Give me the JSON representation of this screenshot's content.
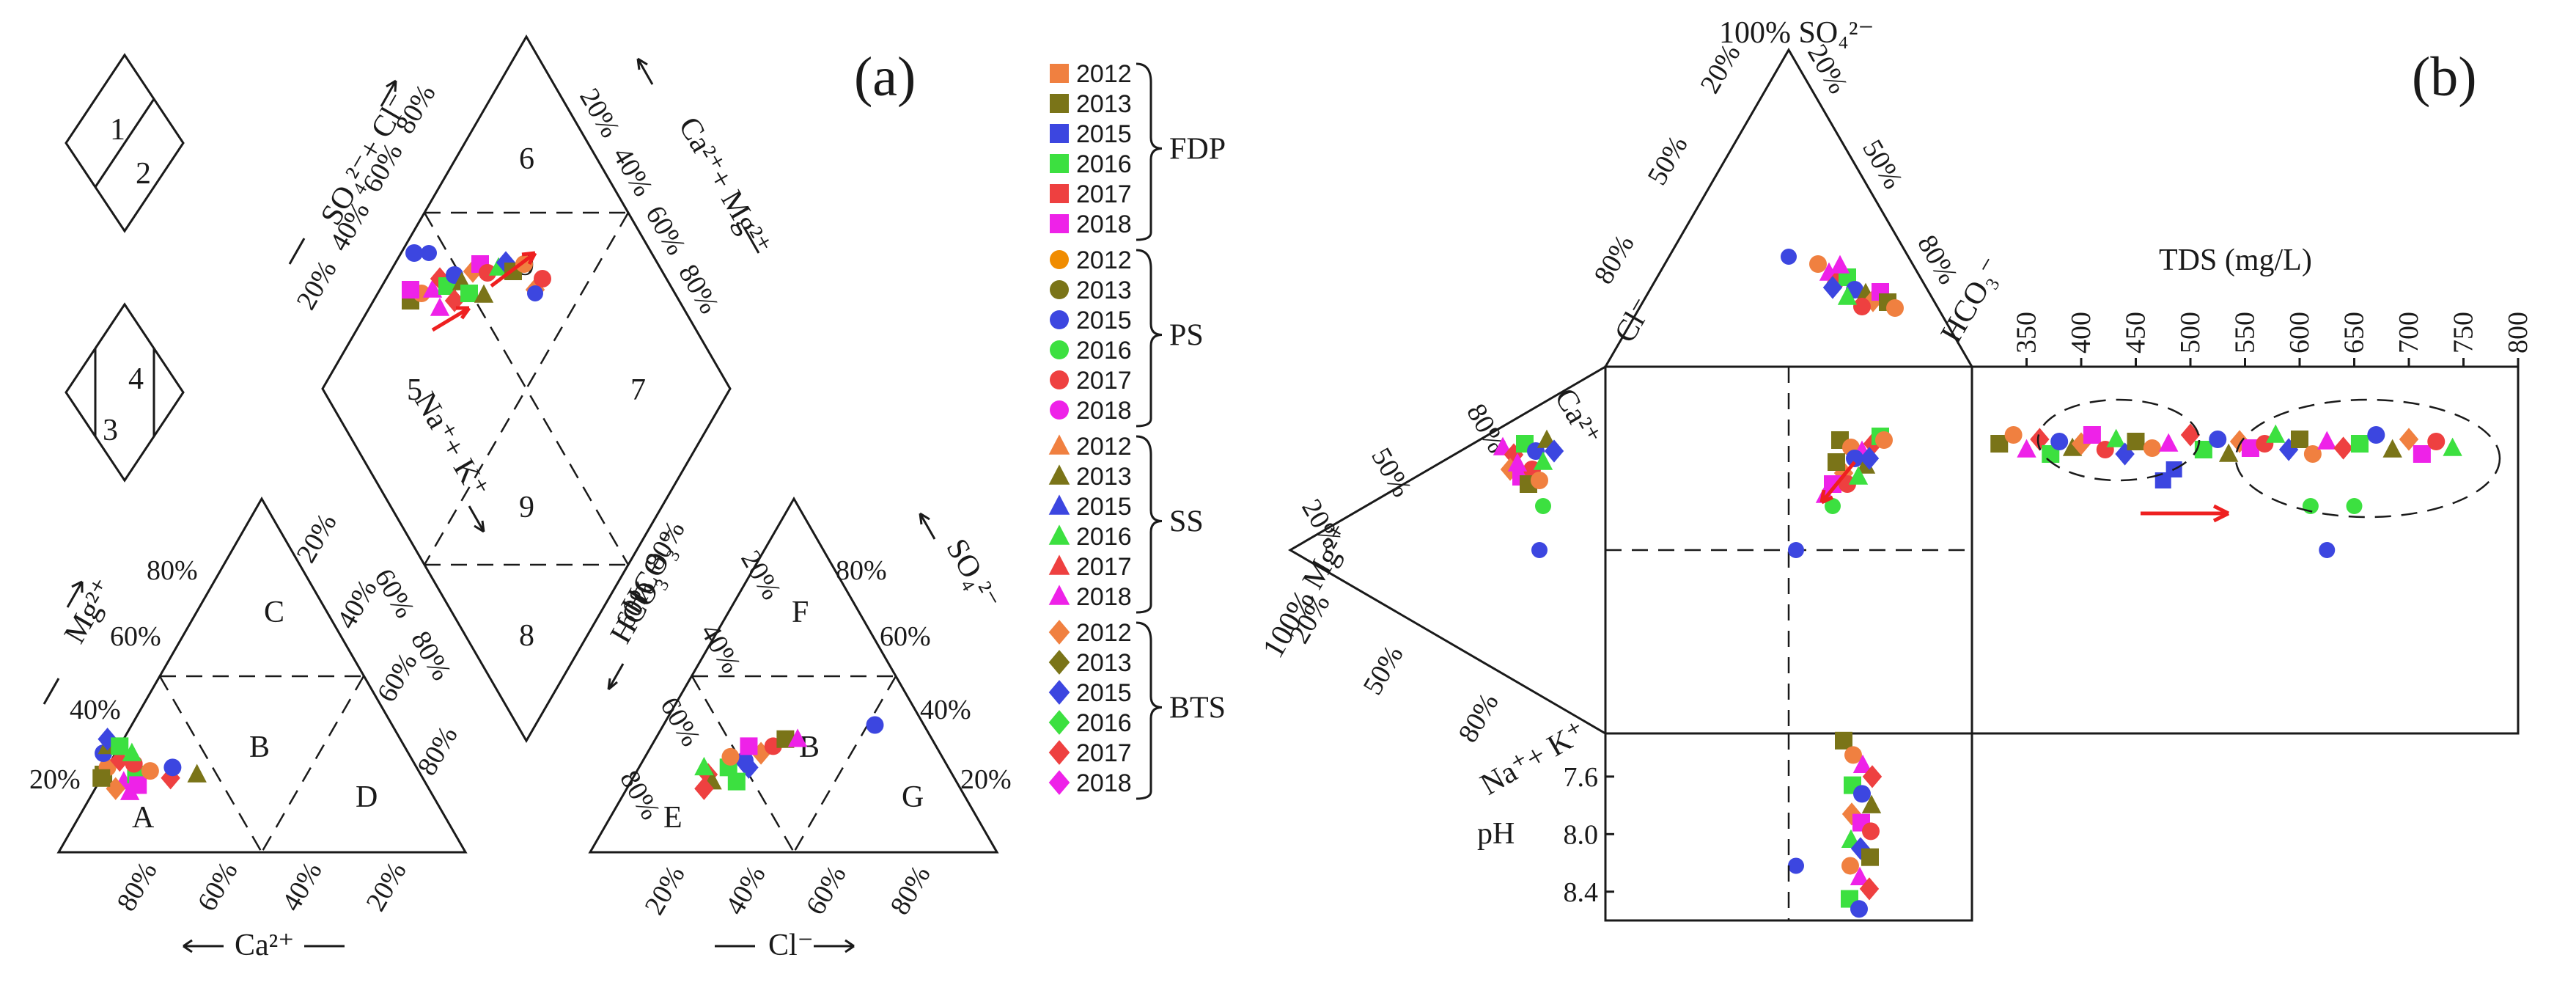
{
  "chart_data": [
    {
      "type": "scatter",
      "panel": "(a)",
      "subplots": {
        "cation_triangle": {
          "axes": [
            "Mg²⁺",
            "Ca²⁺"
          ],
          "ticks_left": [
            "20%",
            "40%",
            "60%",
            "80%"
          ],
          "ticks_right": [
            "20%",
            "40%",
            "60%",
            "80%"
          ],
          "ticks_bottom": [
            "80%",
            "60%",
            "40%",
            "20%"
          ],
          "regions": [
            "A",
            "B",
            "C",
            "D"
          ],
          "points": [
            {
              "ca": 78,
              "mg": 22
            },
            {
              "ca": 76,
              "mg": 24
            },
            {
              "ca": 74,
              "mg": 20
            },
            {
              "ca": 72,
              "mg": 26
            },
            {
              "ca": 70,
              "mg": 22
            },
            {
              "ca": 75,
              "mg": 28
            },
            {
              "ca": 73,
              "mg": 30
            },
            {
              "ca": 77,
              "mg": 18
            },
            {
              "ca": 71,
              "mg": 19
            },
            {
              "ca": 69,
              "mg": 25
            },
            {
              "ca": 68,
              "mg": 28
            },
            {
              "ca": 72,
              "mg": 32
            },
            {
              "ca": 79,
              "mg": 21
            },
            {
              "ca": 66,
              "mg": 23
            },
            {
              "ca": 74,
              "mg": 17
            },
            {
              "ca": 62,
              "mg": 21
            },
            {
              "ca": 70,
              "mg": 30
            },
            {
              "ca": 60,
              "mg": 24
            },
            {
              "ca": 55,
              "mg": 22
            }
          ]
        },
        "anion_triangle": {
          "axes": [
            "SO₄²⁻",
            "HCO₃⁻",
            "Cl⁻"
          ],
          "ticks_left": [
            "20%",
            "40%",
            "60%",
            "80%"
          ],
          "ticks_right": [
            "20%",
            "40%",
            "60%",
            "80%"
          ],
          "ticks_bottom": [
            "20%",
            "40%",
            "60%",
            "80%"
          ],
          "regions": [
            "E",
            "F",
            "G",
            "B"
          ],
          "points": [
            {
              "cl": 18,
              "so4": 22
            },
            {
              "cl": 22,
              "so4": 24
            },
            {
              "cl": 25,
              "so4": 26
            },
            {
              "cl": 20,
              "so4": 20
            },
            {
              "cl": 28,
              "so4": 28
            },
            {
              "cl": 24,
              "so4": 30
            },
            {
              "cl": 30,
              "so4": 30
            },
            {
              "cl": 16,
              "so4": 24
            },
            {
              "cl": 27,
              "so4": 24
            },
            {
              "cl": 32,
              "so4": 32
            },
            {
              "cl": 21,
              "so4": 27
            },
            {
              "cl": 35,
              "so4": 32
            },
            {
              "cl": 19,
              "so4": 18
            },
            {
              "cl": 26,
              "so4": 20
            },
            {
              "cl": 52,
              "so4": 36
            }
          ]
        },
        "diamond": {
          "axes": [
            "SO₄²⁻+ Cl⁻",
            "Ca²⁺+ Mg²⁺",
            "Na⁺+ K⁺",
            "HCO₃⁻"
          ],
          "ticks_left": [
            "20%",
            "40%",
            "60%",
            "80%"
          ],
          "ticks_right": [
            "80%",
            "60%",
            "40%",
            "20%"
          ],
          "regions": [
            "6",
            "9",
            "5",
            "7",
            "9",
            "8"
          ]
        },
        "key": {
          "diamond_top": [
            "1",
            "2"
          ],
          "diamond_bottom": [
            "3",
            "4"
          ]
        }
      },
      "legend": {
        "groups": [
          {
            "name": "FDP",
            "marker": "square",
            "years": [
              "2012",
              "2013",
              "2015",
              "2016",
              "2017",
              "2018"
            ]
          },
          {
            "name": "PS",
            "marker": "circle",
            "years": [
              "2012",
              "2013",
              "2015",
              "2016",
              "2017",
              "2018"
            ]
          },
          {
            "name": "SS",
            "marker": "triangle",
            "years": [
              "2012",
              "2013",
              "2015",
              "2016",
              "2017",
              "2018"
            ]
          },
          {
            "name": "BTS",
            "marker": "diamond",
            "years": [
              "2012",
              "2013",
              "2015",
              "2016",
              "2017",
              "2018"
            ]
          }
        ],
        "year_colors": {
          "2012": "#f08040",
          "2013": "#7a7418",
          "2015": "#3c46e0",
          "2016": "#3ce040",
          "2017": "#ee4040",
          "2018": "#ee22e8"
        },
        "ps_2012_color": "#f08c00"
      }
    },
    {
      "type": "scatter",
      "panel": "(b)",
      "triangle_top": {
        "labels": [
          "100% SO₄²⁻",
          "HCO₃⁻",
          "Cl⁻"
        ],
        "ticks_left": [
          "20%",
          "50%",
          "80%"
        ],
        "ticks_right": [
          "20%",
          "50%",
          "80%"
        ]
      },
      "triangle_left": {
        "labels": [
          "100% Mg²⁺",
          "Ca²⁺",
          "Na⁺+ K⁺"
        ],
        "ticks_upper": [
          "20%",
          "50%",
          "80%"
        ],
        "ticks_lower": [
          "20%",
          "50%",
          "80%"
        ]
      },
      "tds": {
        "xlabel": "TDS (mg/L)",
        "ticks": [
          "350",
          "400",
          "450",
          "500",
          "550",
          "600",
          "650",
          "700",
          "750",
          "800"
        ],
        "points": [
          {
            "tds": 325
          },
          {
            "tds": 338
          },
          {
            "tds": 350
          },
          {
            "tds": 362
          },
          {
            "tds": 372
          },
          {
            "tds": 380
          },
          {
            "tds": 392
          },
          {
            "tds": 400
          },
          {
            "tds": 410
          },
          {
            "tds": 422
          },
          {
            "tds": 432
          },
          {
            "tds": 440
          },
          {
            "tds": 450
          },
          {
            "tds": 465
          },
          {
            "tds": 480
          },
          {
            "tds": 500
          },
          {
            "tds": 512
          },
          {
            "tds": 525
          },
          {
            "tds": 535
          },
          {
            "tds": 545
          },
          {
            "tds": 555
          },
          {
            "tds": 568
          },
          {
            "tds": 578
          },
          {
            "tds": 590
          },
          {
            "tds": 600
          },
          {
            "tds": 612
          },
          {
            "tds": 625
          },
          {
            "tds": 640
          },
          {
            "tds": 655
          },
          {
            "tds": 670
          },
          {
            "tds": 685
          },
          {
            "tds": 700
          },
          {
            "tds": 712
          },
          {
            "tds": 725
          },
          {
            "tds": 740
          }
        ]
      },
      "ph": {
        "ylabel": "pH",
        "ticks": [
          "7.6",
          "8.0",
          "8.4"
        ],
        "ylim": [
          7.3,
          8.6
        ],
        "points": [
          {
            "ph": 7.35
          },
          {
            "ph": 7.45
          },
          {
            "ph": 7.52
          },
          {
            "ph": 7.6
          },
          {
            "ph": 7.66
          },
          {
            "ph": 7.72
          },
          {
            "ph": 7.8
          },
          {
            "ph": 7.86
          },
          {
            "ph": 7.92
          },
          {
            "ph": 7.98
          },
          {
            "ph": 8.04
          },
          {
            "ph": 8.1
          },
          {
            "ph": 8.16
          },
          {
            "ph": 8.22
          },
          {
            "ph": 8.3
          },
          {
            "ph": 8.38
          },
          {
            "ph": 8.45
          },
          {
            "ph": 8.52
          }
        ]
      }
    }
  ]
}
